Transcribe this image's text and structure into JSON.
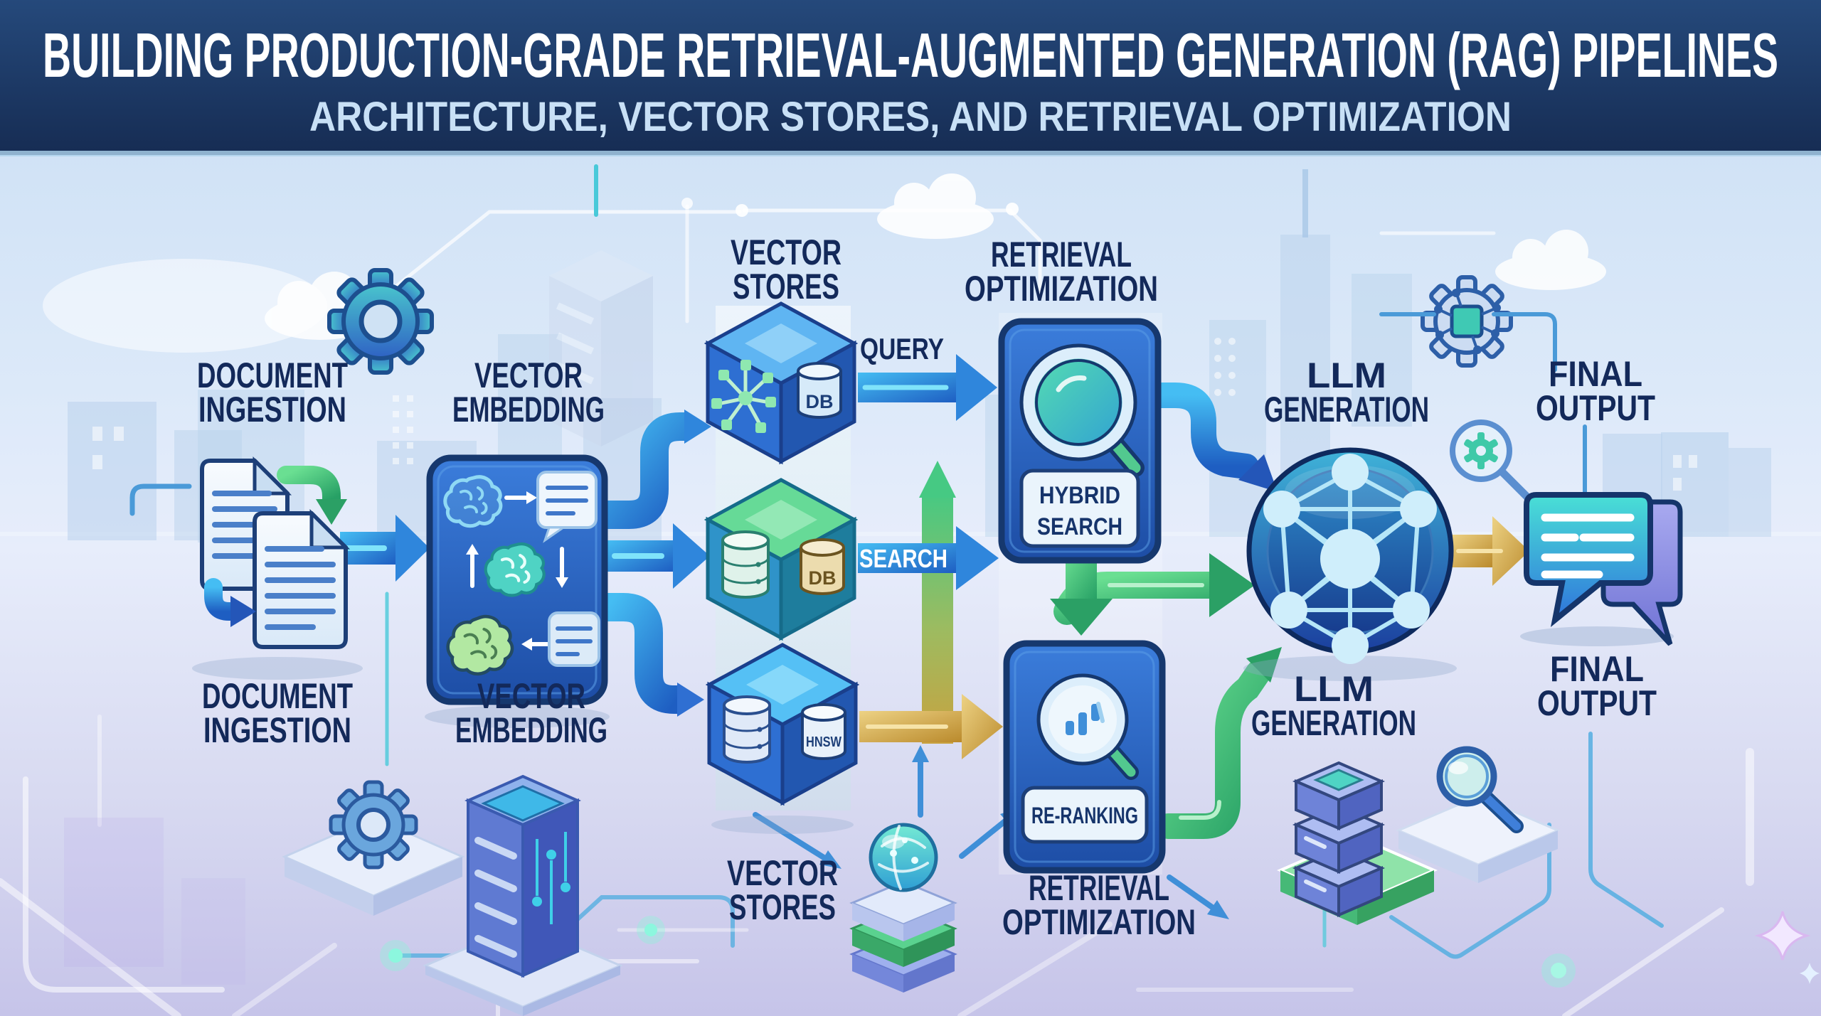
{
  "header": {
    "title": "BUILDING PRODUCTION-GRADE RETRIEVAL-AUGMENTED GENERATION (RAG) PIPELINES",
    "subtitle": "ARCHITECTURE, VECTOR STORES, AND RETRIEVAL OPTIMIZATION"
  },
  "stages": {
    "document_ingestion": {
      "label_lines": [
        "DOCUMENT",
        "INGESTION"
      ]
    },
    "vector_embedding": {
      "label_lines": [
        "VECTOR",
        "EMBEDDING"
      ]
    },
    "vector_stores": {
      "label_lines": [
        "VECTOR",
        "STORES"
      ]
    },
    "retrieval_optimization": {
      "label_lines": [
        "RETRIEVAL",
        "OPTIMIZATION"
      ]
    },
    "llm_generation": {
      "label_lines": [
        "LLM",
        "GENERATION"
      ]
    },
    "final_output": {
      "label_lines": [
        "FINAL",
        "OUTPUT"
      ]
    }
  },
  "connections": {
    "query_label": "QUERY",
    "search_label": "SEARCH"
  },
  "components": {
    "hybrid_search": {
      "label_lines": [
        "HYBRID",
        "SEARCH"
      ]
    },
    "re_ranking": {
      "label": "RE-RANKING"
    },
    "vector_db": {
      "label": "DB"
    },
    "hnsw_index": {
      "label": "HNSW"
    }
  },
  "colors": {
    "banner_navy": "#1c3764",
    "label_navy": "#13295a",
    "arrow_blue": "#2f86dc",
    "arrow_green": "#3cbf7c",
    "arrow_gold": "#cfa045",
    "box_blue": "#2a5fc0",
    "teal_accent": "#3fc9b4",
    "bubble_purple": "#7b7fd9"
  }
}
